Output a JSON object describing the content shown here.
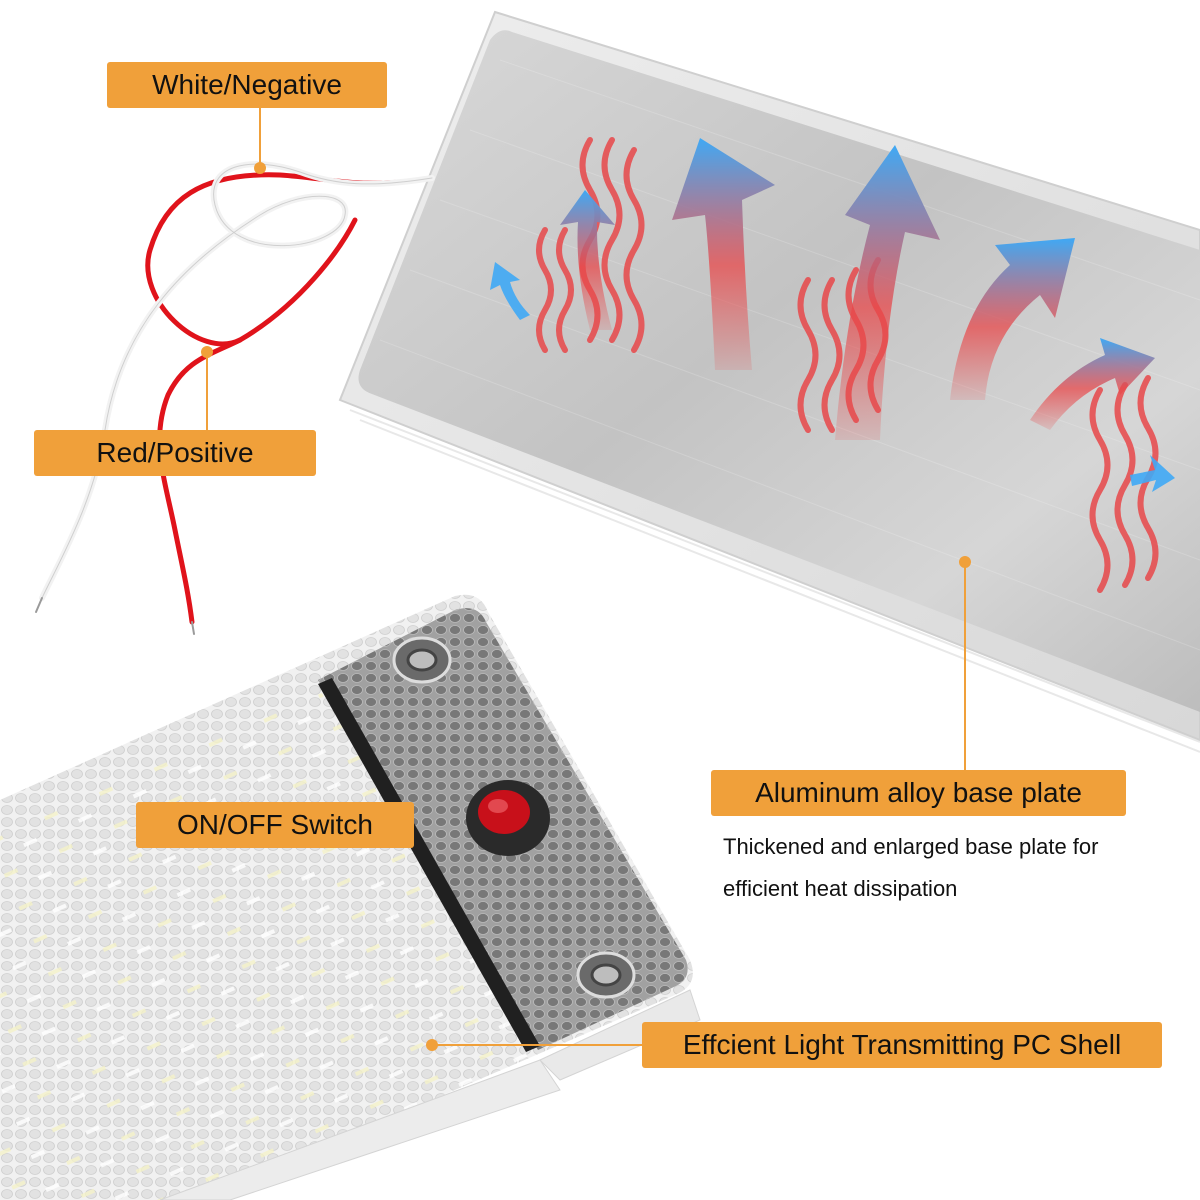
{
  "callouts": {
    "white_negative": "White/Negative",
    "red_positive": "Red/Positive",
    "on_off_switch": "ON/OFF Switch",
    "base_plate": "Aluminum alloy base plate",
    "pc_shell": "Effcient Light Transmitting PC Shell"
  },
  "base_plate_description": {
    "line1": "Thickened and enlarged base plate for",
    "line2": "efficient heat dissipation"
  },
  "colors": {
    "callout_bg": "#f0a03a",
    "leader_line": "#f0a03a",
    "heat_wave": "#e8484a",
    "airflow_arrow": "#3fa9f5",
    "wire_red": "#e0131b",
    "wire_white": "#f2f2f2",
    "switch_button": "#c8101a"
  },
  "icons": [
    "heat-wave-icon",
    "airflow-arrow-icon",
    "switch-button-icon",
    "screw-hole-icon"
  ]
}
